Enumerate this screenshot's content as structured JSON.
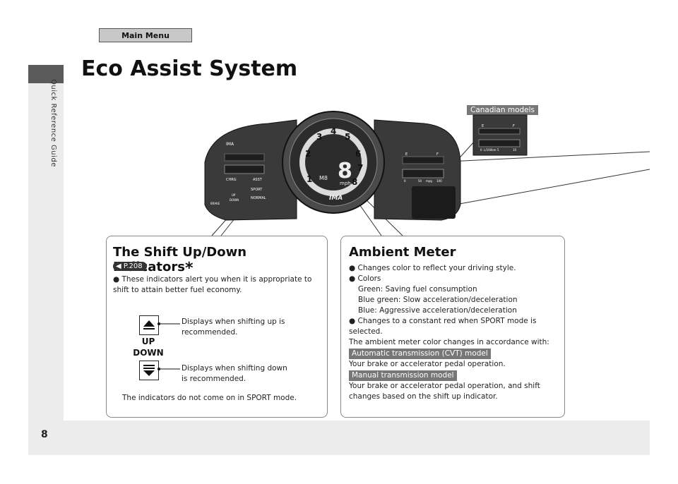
{
  "nav": {
    "main_menu": "Main Menu",
    "section_label": "Quick Reference Guide",
    "page_number": "8"
  },
  "page": {
    "title": "Eco Assist System"
  },
  "cluster": {
    "canadian_tag": "Canadian models",
    "left_meter_labels": [
      "IMA",
      "CHRG",
      "ASST",
      "SPORT",
      "NORMAL",
      "UP",
      "DOWN",
      "BRAKE"
    ],
    "tach_numbers": [
      "1",
      "2",
      "3",
      "4",
      "5",
      "6",
      "7",
      "8"
    ],
    "speed_digit": "8",
    "speed_unit": "mph",
    "gear_display": "M8",
    "center_logo": "IMA",
    "fuel_labels": [
      "E",
      "F"
    ],
    "mpg_scale": [
      "0",
      "50",
      "mpg",
      "100"
    ],
    "canadian_scale": [
      "0",
      "L/100km",
      "5",
      "10"
    ]
  },
  "shift_panel": {
    "title": "The Shift Up/Down Indicators",
    "asterisk": "*",
    "ref": "P.208",
    "bullet": "These indicators alert you when it is appropriate to shift to attain better fuel economy.",
    "up_label": "UP",
    "down_label": "DOWN",
    "up_desc": "Displays when shifting up is recommended.",
    "down_desc": "Displays when shifting down is recommended.",
    "note": "The indicators do not come on in SPORT mode."
  },
  "ambient_panel": {
    "title": "Ambient Meter",
    "bullet1": "Changes color to reflect your driving style.",
    "bullet2": "Colors",
    "color1": "Green: Saving fuel consumption",
    "color2": "Blue green: Slow acceleration/deceleration",
    "color3": "Blue: Aggressive acceleration/deceleration",
    "bullet3": "Changes to a constant red when SPORT mode is selected.",
    "intro": "The ambient meter color changes in accordance with:",
    "tag_cvt": "Automatic transmission (CVT) model",
    "cvt_text": "Your brake or accelerator pedal operation.",
    "tag_manual": "Manual transmission model",
    "manual_text": "Your brake or accelerator pedal operation, and shift changes based on the shift up indicator."
  },
  "colors": {
    "sidebar_tab": "#5a5a5a",
    "panel_border": "#888888",
    "tag_bg": "#777777",
    "cluster_dark": "#3a3a3a"
  }
}
